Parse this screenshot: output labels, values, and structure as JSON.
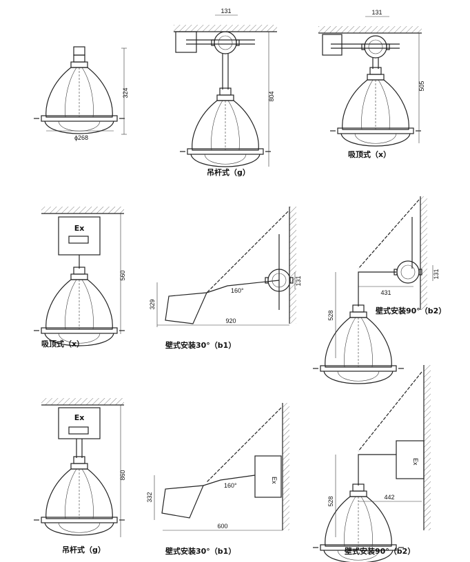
{
  "panels": [
    {
      "id": "p1",
      "caption": "",
      "dims": [
        "324",
        "ϕ268"
      ]
    },
    {
      "id": "p2",
      "caption": "吊杆式（g）",
      "dims": [
        "131",
        "804"
      ]
    },
    {
      "id": "p3",
      "caption": "吸顶式（x）",
      "dims": [
        "131",
        "505"
      ]
    },
    {
      "id": "p4",
      "caption": "吸顶式（x）",
      "dims": [
        "560"
      ],
      "box_label": "Ex"
    },
    {
      "id": "p5",
      "caption": "壁式安装30°（b1）",
      "dims": [
        "131",
        "329",
        "920",
        "160°"
      ]
    },
    {
      "id": "p6",
      "caption": "壁式安装90°（b2）",
      "dims": [
        "131",
        "431",
        "528"
      ]
    },
    {
      "id": "p7",
      "caption": "吊杆式（g）",
      "dims": [
        "860"
      ],
      "box_label": "Ex"
    },
    {
      "id": "p8",
      "caption": "壁式安装30°（b1）",
      "dims": [
        "332",
        "600",
        "160°"
      ],
      "box_label": "Ex"
    },
    {
      "id": "p9",
      "caption": "壁式安装90°（b2）",
      "dims": [
        "528",
        "442"
      ],
      "box_label": "Ex"
    }
  ]
}
